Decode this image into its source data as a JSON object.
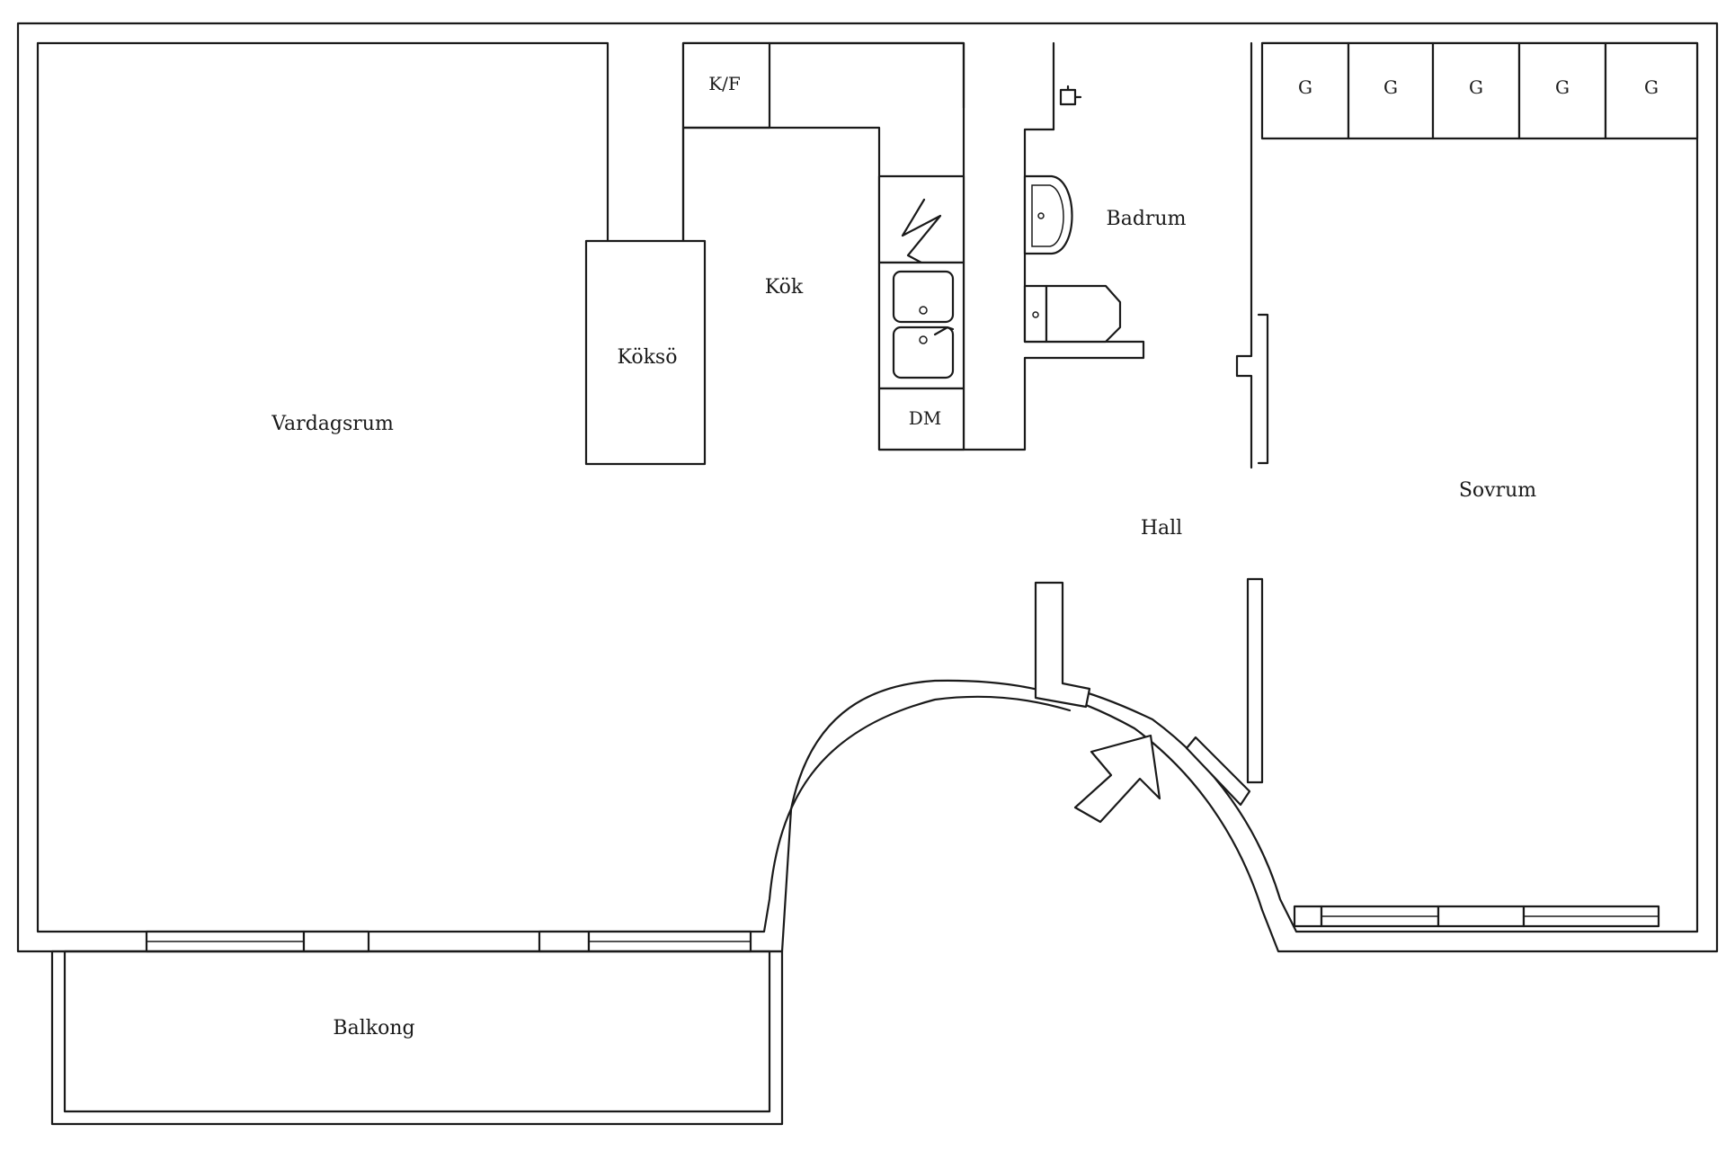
{
  "rooms": {
    "vardagsrum": "Vardagsrum",
    "koksö": "Köksö",
    "kok": "Kök",
    "kf": "K/F",
    "dm": "DM",
    "badrum": "Badrum",
    "hall": "Hall",
    "sovrum": "Sovrum",
    "balkong": "Balkong"
  },
  "wardrobes": [
    "G",
    "G",
    "G",
    "G",
    "G"
  ]
}
